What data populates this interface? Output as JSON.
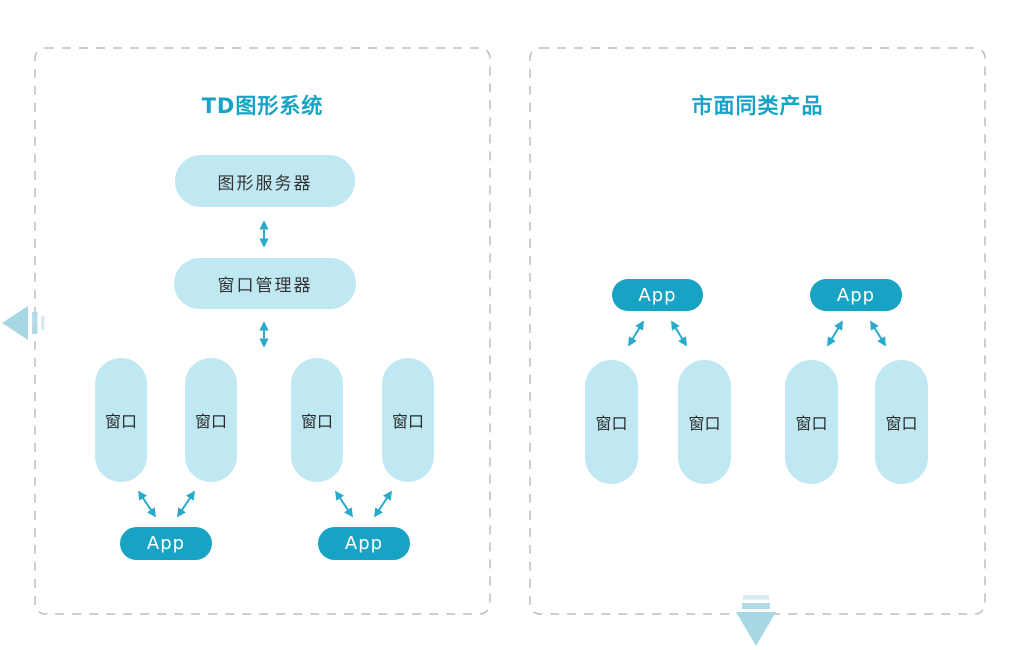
{
  "colors": {
    "title_teal": "#17A3C6",
    "app_pill_teal": "#18A3C5",
    "light_blue_pill": "#BFE8F2",
    "connector_teal": "#2AA9CB",
    "dashed_border_gray": "#BDBDBD",
    "striped_arrow_blue": "#A7D7E3",
    "dark_text": "#333333"
  },
  "left_panel": {
    "title": "TD图形系统",
    "graphics_server": "图形服务器",
    "window_manager": "窗口管理器",
    "window": "窗口",
    "app": "App"
  },
  "right_panel": {
    "title": "市面同类产品",
    "window": "窗口",
    "app": "App"
  }
}
